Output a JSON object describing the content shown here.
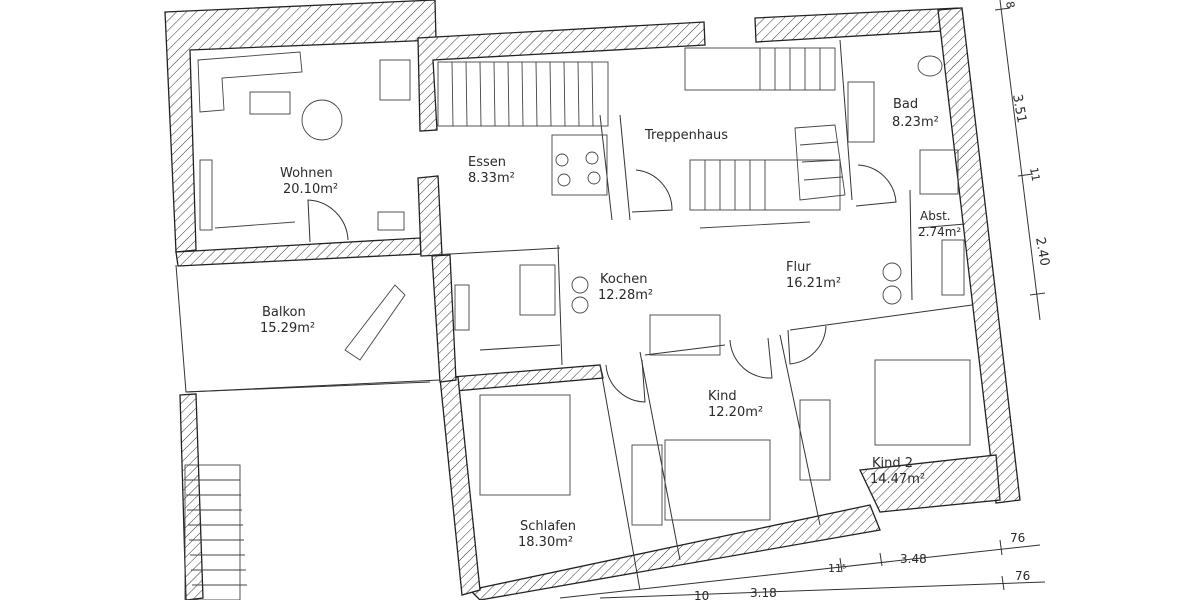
{
  "rooms": [
    {
      "name": "Wohnen",
      "area": "20.10m²"
    },
    {
      "name": "Essen",
      "area": "8.33m²"
    },
    {
      "name": "Treppenhaus",
      "area": ""
    },
    {
      "name": "Bad",
      "area": "8.23m²"
    },
    {
      "name": "Abst.",
      "area": "2.74m²"
    },
    {
      "name": "Balkon",
      "area": "15.29m²"
    },
    {
      "name": "Kochen",
      "area": "12.28m²"
    },
    {
      "name": "Flur",
      "area": "16.21m²"
    },
    {
      "name": "Kind",
      "area": "12.20m²"
    },
    {
      "name": "Kind 2",
      "area": "14.47m²"
    },
    {
      "name": "Schlafen",
      "area": "18.30m²"
    }
  ],
  "dimensions": {
    "right_top": "3.51",
    "right_mid": "2.40",
    "right_small_a": "11",
    "right_small_b": "8",
    "bottom_a": "76",
    "bottom_b": "3.48",
    "bottom_c": "11⁵",
    "bottom_d": "3.18",
    "bottom_e": "10",
    "bottom_f": "76"
  }
}
